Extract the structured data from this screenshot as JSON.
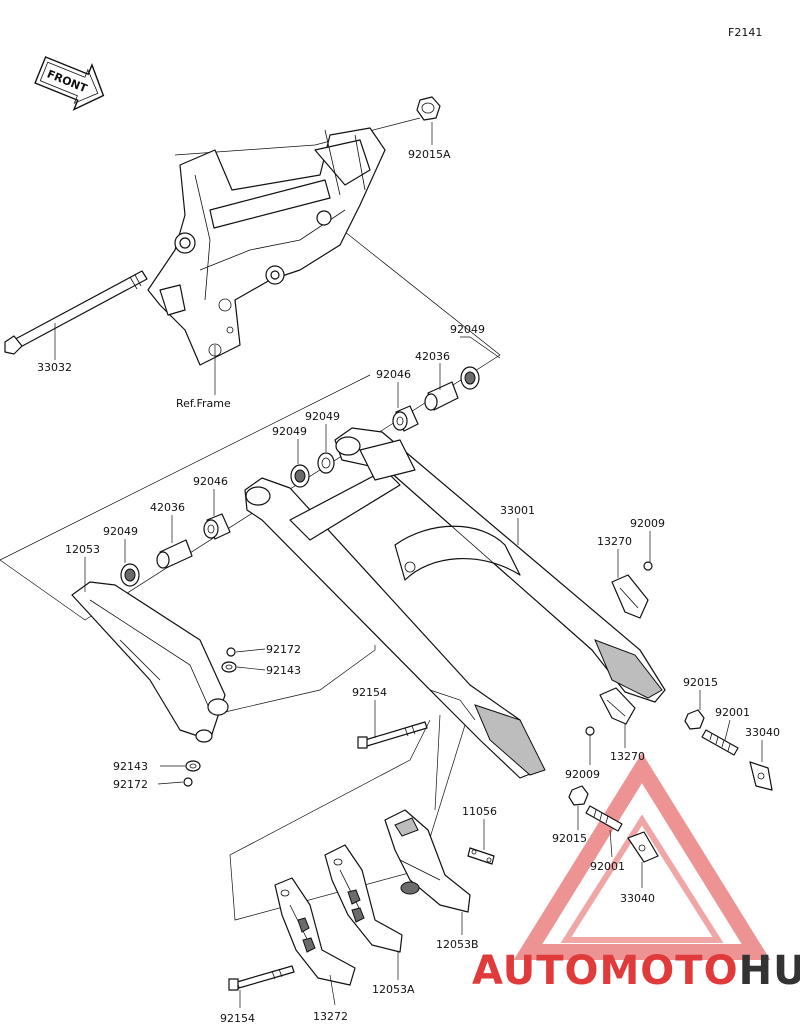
{
  "figure_code": "F2141",
  "front_label": "FRONT",
  "ref_frame_label": "Ref.Frame",
  "watermark": {
    "auto": "AUTO",
    "moto": "MOTO",
    "hub": "HUB",
    "accent": "#e03a3a",
    "dark": "#333333"
  },
  "parts": [
    {
      "id": "92015A",
      "label": "92015A"
    },
    {
      "id": "92049-a",
      "label": "92049"
    },
    {
      "id": "42036-a",
      "label": "42036"
    },
    {
      "id": "92046-a",
      "label": "92046"
    },
    {
      "id": "33032",
      "label": "33032"
    },
    {
      "id": "92049-b",
      "label": "92049"
    },
    {
      "id": "92049-c",
      "label": "92049"
    },
    {
      "id": "92046-b",
      "label": "92046"
    },
    {
      "id": "42036-b",
      "label": "42036"
    },
    {
      "id": "92049-d",
      "label": "92049"
    },
    {
      "id": "12053",
      "label": "12053"
    },
    {
      "id": "33001",
      "label": "33001"
    },
    {
      "id": "92009-a",
      "label": "92009"
    },
    {
      "id": "13270-a",
      "label": "13270"
    },
    {
      "id": "92172-a",
      "label": "92172"
    },
    {
      "id": "92143-a",
      "label": "92143"
    },
    {
      "id": "92154-a",
      "label": "92154"
    },
    {
      "id": "92015",
      "label": "92015"
    },
    {
      "id": "92001-a",
      "label": "92001"
    },
    {
      "id": "33040-a",
      "label": "33040"
    },
    {
      "id": "13270-b",
      "label": "13270"
    },
    {
      "id": "92009-b",
      "label": "92009"
    },
    {
      "id": "92143-b",
      "label": "92143"
    },
    {
      "id": "92172-b",
      "label": "92172"
    },
    {
      "id": "11056",
      "label": "11056"
    },
    {
      "id": "92015-b",
      "label": "92015"
    },
    {
      "id": "92001-b",
      "label": "92001"
    },
    {
      "id": "33040-b",
      "label": "33040"
    },
    {
      "id": "12053B",
      "label": "12053B"
    },
    {
      "id": "12053A",
      "label": "12053A"
    },
    {
      "id": "92154-b",
      "label": "92154"
    },
    {
      "id": "13272",
      "label": "13272"
    }
  ]
}
